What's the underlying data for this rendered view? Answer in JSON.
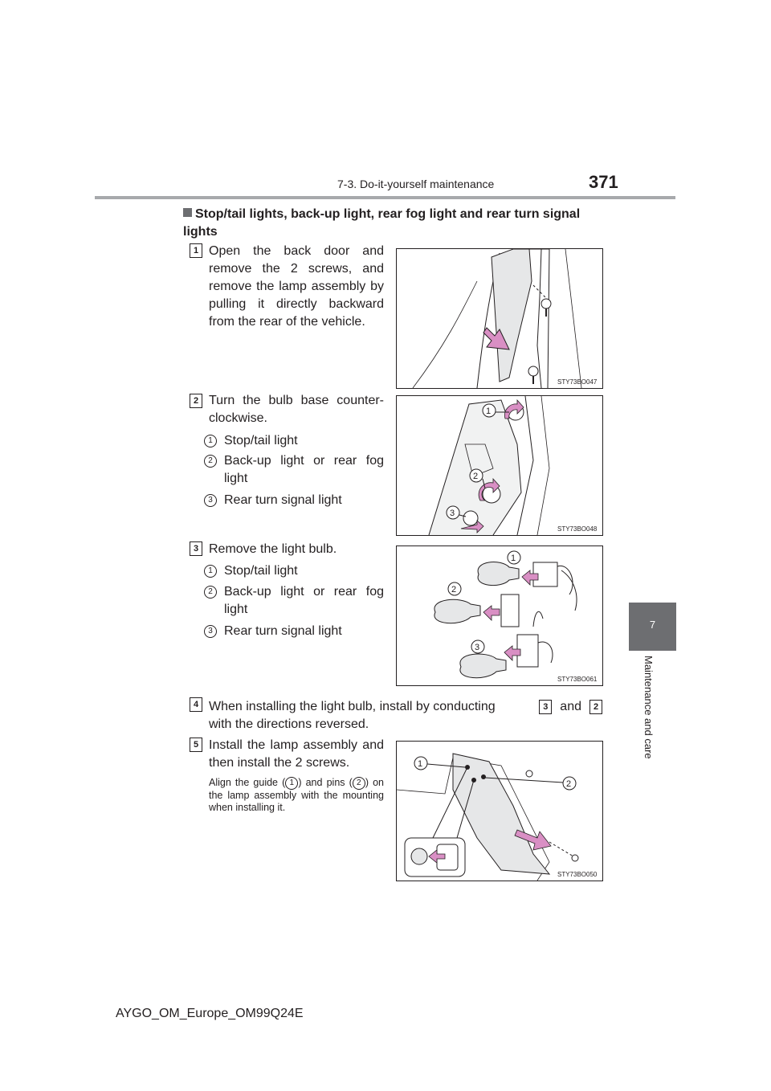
{
  "header": {
    "section": "7-3. Do-it-yourself maintenance",
    "page_number": "371"
  },
  "side_tab": {
    "number": "7",
    "label": "Maintenance and care"
  },
  "heading": "Stop/tail lights, back-up light, rear fog light and rear turn signal lights",
  "steps": [
    {
      "number": "1",
      "text": "Open the back door and remove the 2 screws, and remove the lamp assembly by pulling it directly backward from the rear of the vehicle.",
      "figure_code": "STY73BO047"
    },
    {
      "number": "2",
      "text": "Turn the bulb base counter-clockwise.",
      "items": [
        {
          "num": "1",
          "label": "Stop/tail light"
        },
        {
          "num": "2",
          "label": "Back-up light or rear fog light"
        },
        {
          "num": "3",
          "label": "Rear turn signal light"
        }
      ],
      "figure_code": "STY73BO048"
    },
    {
      "number": "3",
      "text": "Remove the light bulb.",
      "items": [
        {
          "num": "1",
          "label": "Stop/tail light"
        },
        {
          "num": "2",
          "label": "Back-up light or rear fog light"
        },
        {
          "num": "3",
          "label": "Rear turn signal light"
        }
      ],
      "figure_code": "STY73BO061"
    },
    {
      "number": "4",
      "text_before": "When installing the light bulb, install by conducting",
      "ref_a": "3",
      "text_mid": "and",
      "ref_b": "2",
      "text_after": "with the directions reversed."
    },
    {
      "number": "5",
      "text": "Install the lamp assembly and then install the 2 screws.",
      "note_a": "Align the guide (",
      "note_ref1": "1",
      "note_b": ") and pins (",
      "note_ref2": "2",
      "note_c": ") on the lamp assembly with the mounting when installing it.",
      "figure_code": "STY73BO050"
    }
  ],
  "callouts": [
    "1",
    "2",
    "3"
  ],
  "footer": "AYGO_OM_Europe_OM99Q24E",
  "colors": {
    "accent_pink": "#d98fc4",
    "side_tab_gray": "#6d6e71",
    "rule_gray": "#a7a9ac"
  }
}
